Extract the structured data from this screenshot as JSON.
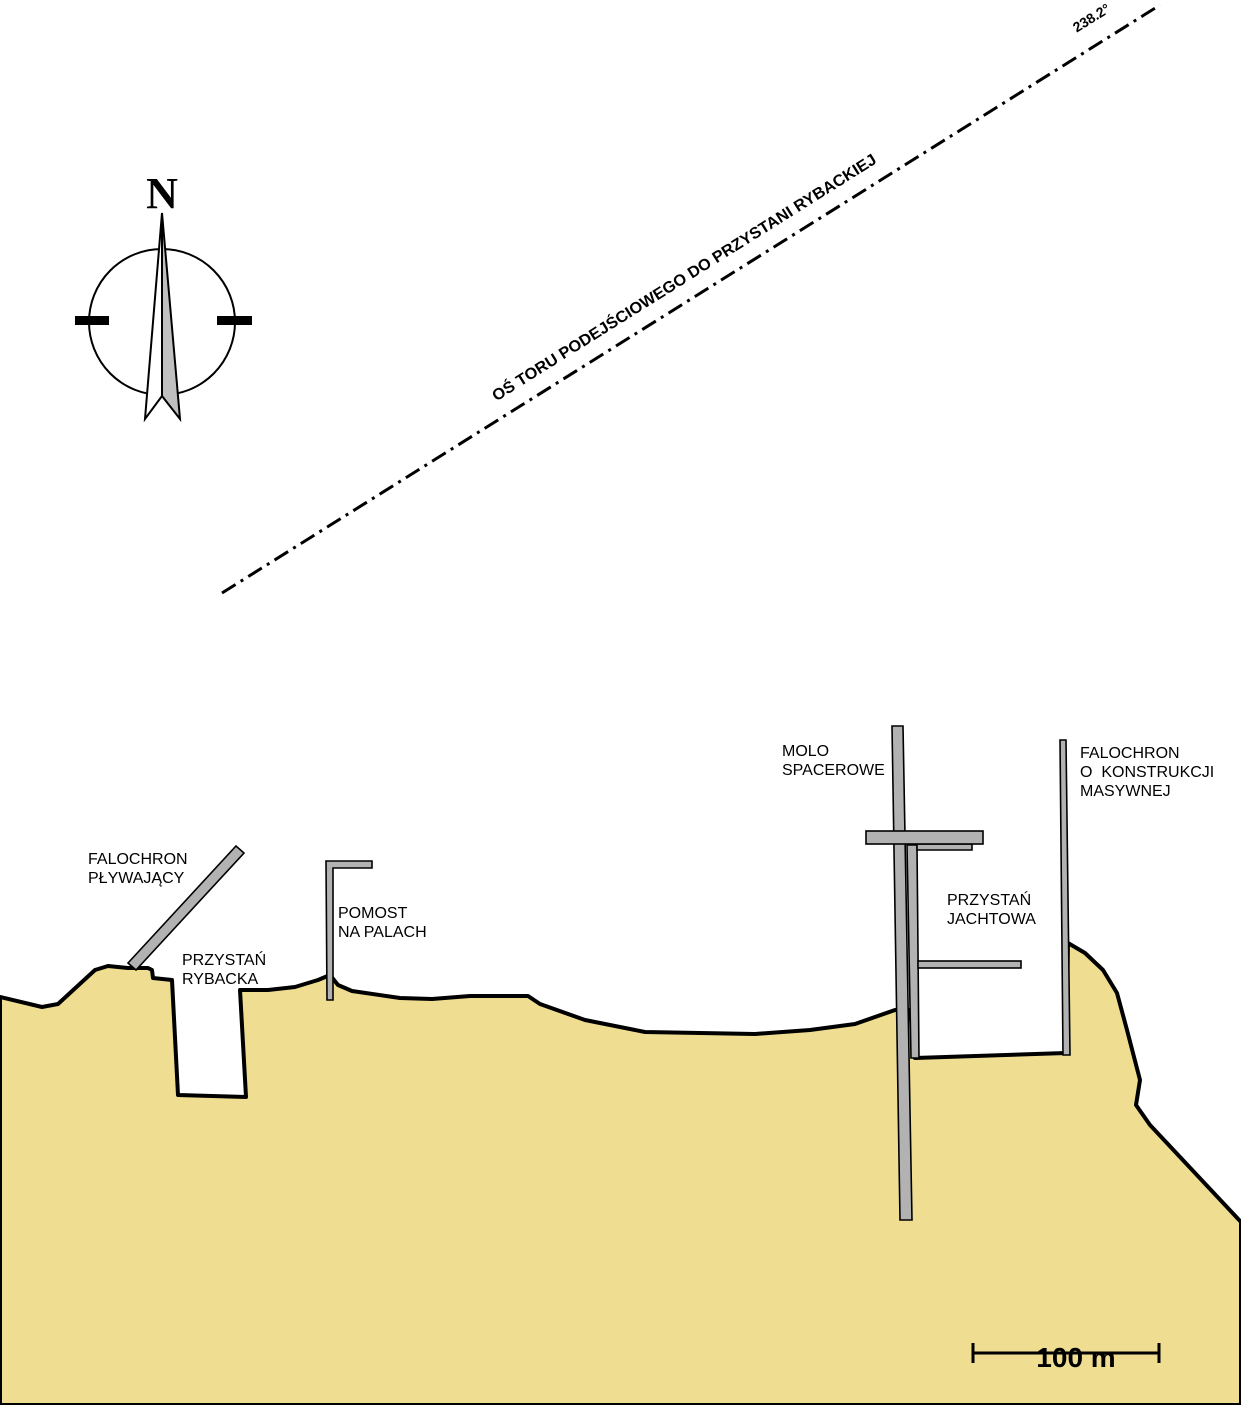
{
  "compass": {
    "north_label": "N"
  },
  "route": {
    "axis_label": "OŚ TORU PODEJŚCIOWEGO DO PRZYSTANI RYBACKIEJ",
    "bearing": "238.2°"
  },
  "features": {
    "floating_breakwater": [
      "FALOCHRON",
      "PŁYWAJĄCY"
    ],
    "fishing_harbor": [
      "PRZYSTAŃ",
      "RYBACKA"
    ],
    "pile_pier": [
      "POMOST",
      "NA PALACH"
    ],
    "promenade_pier": [
      "MOLO",
      "SPACEROWE"
    ],
    "yacht_harbor": [
      "PRZYSTAŃ",
      "JACHTOWA"
    ],
    "massive_breakwater": [
      "FALOCHRON",
      "O  KONSTRUKCJI",
      "MASYWNEJ"
    ]
  },
  "scale": {
    "label": "100 m"
  },
  "colors": {
    "land": "#EFDE91",
    "structure": "#B2B2B2",
    "outline": "#000000",
    "needle_light": "#FFFFFF",
    "needle_dark": "#C0C0C0"
  }
}
